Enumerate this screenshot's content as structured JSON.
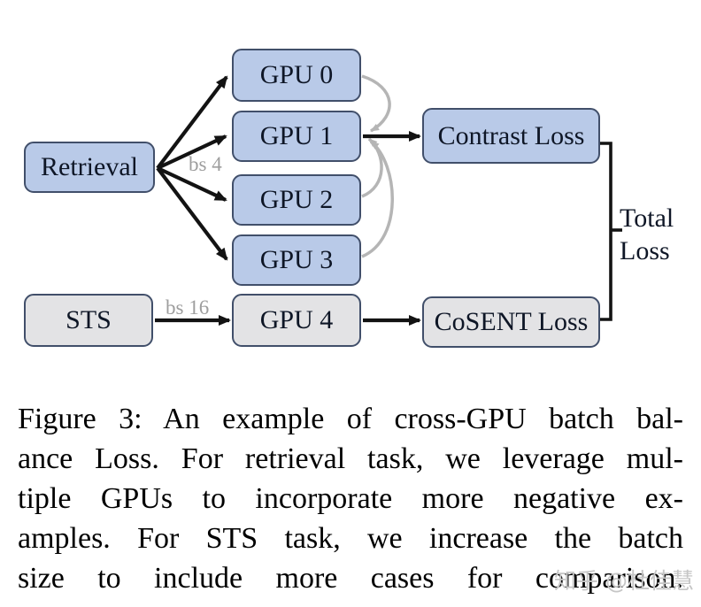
{
  "figure": {
    "nodes": {
      "retrieval": "Retrieval",
      "gpu0": "GPU 0",
      "gpu1": "GPU 1",
      "gpu2": "GPU 2",
      "gpu3": "GPU 3",
      "sts": "STS",
      "gpu4": "GPU 4",
      "contrast_loss": "Contrast Loss",
      "cosent_loss": "CoSENT Loss",
      "total_loss": {
        "line1": "Total",
        "line2": "Loss"
      }
    },
    "edge_labels": {
      "retrieval_bs": "bs 4",
      "sts_bs": "bs 16"
    },
    "colors": {
      "blue_fill": "#b9cae8",
      "gray_fill": "#e3e3e5",
      "node_border": "#414f6a",
      "arrow_black": "#131313",
      "arc_gray": "#b5b5b5",
      "edge_label_gray": "#9e9e9e"
    }
  },
  "caption": {
    "lines": [
      "Figure 3:  An example of cross-GPU batch bal-",
      "ance Loss. For retrieval task, we leverage mul-",
      "tiple GPUs to incorporate more negative ex-",
      "amples.  For STS task, we increase the batch",
      "size to include more cases for comparison."
    ]
  },
  "watermark": "知乎 @杜佳慧"
}
